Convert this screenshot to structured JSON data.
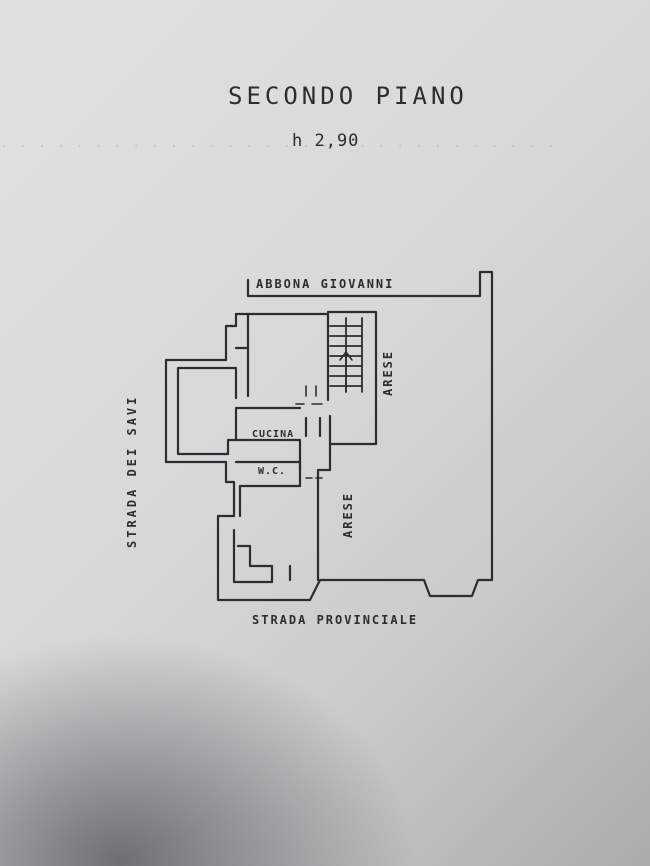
{
  "title": "SECONDO PIANO",
  "height": "h 2,90",
  "labels": {
    "north": "ABBONA GIOVANNI",
    "west": "STRADA DEI SAVI",
    "south": "STRADA PROVINCIALE",
    "east_upper": "ARESE",
    "east_lower": "ARESE",
    "kitchen": "CUCINA",
    "wc": "W.C."
  },
  "colors": {
    "ink": "#2b2d30",
    "paper": "#d9dcdb"
  }
}
